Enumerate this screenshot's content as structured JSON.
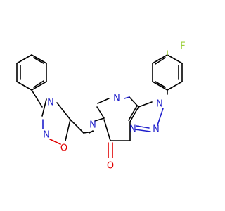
{
  "molecule": {
    "atoms": [
      {
        "el": "F",
        "label": "F"
      },
      {
        "el": "N",
        "label": "N"
      },
      {
        "el": "N",
        "label": "N"
      },
      {
        "el": "N",
        "label": "N"
      },
      {
        "el": "N",
        "label": "N"
      },
      {
        "el": "N",
        "label": "N"
      },
      {
        "el": "O",
        "label": "O"
      },
      {
        "el": "N",
        "label": "N"
      },
      {
        "el": "O",
        "label": "O"
      },
      {
        "el": "N",
        "label": "N"
      }
    ],
    "colors": {
      "carbon": "#000000",
      "nitrogen": "#1f1fcc",
      "oxygen": "#e00000",
      "fluorine": "#9ccf3a",
      "background": "#ffffff"
    }
  }
}
